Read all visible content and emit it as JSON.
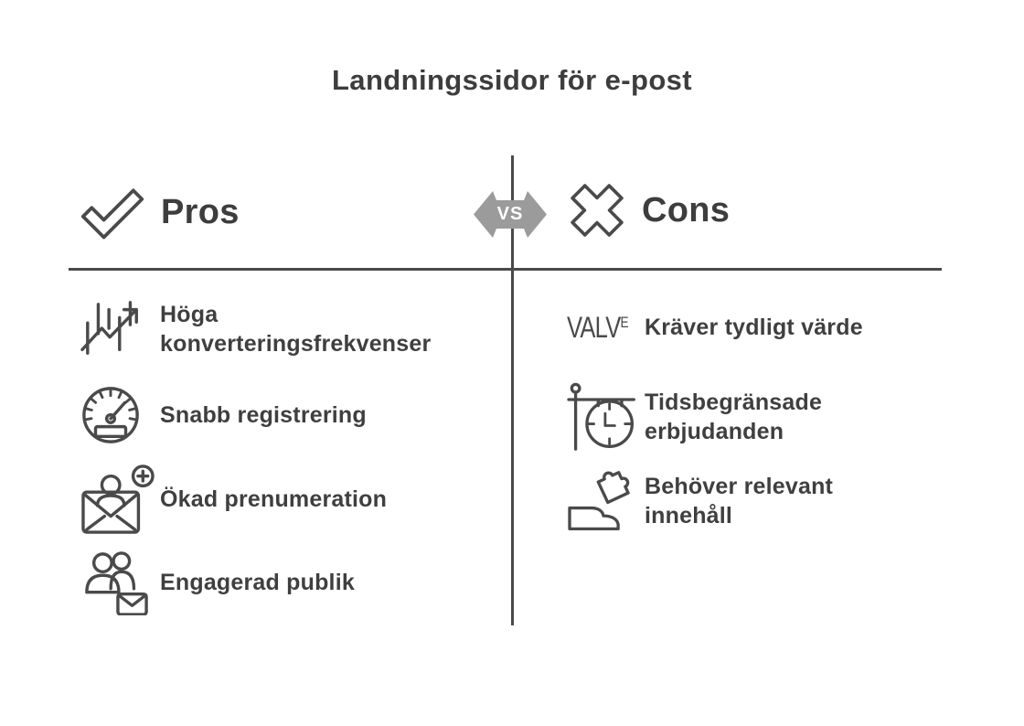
{
  "title": "Landningssidor för e-post",
  "vs": {
    "label": "VS",
    "badge_color": "#9b9b9b",
    "label_color": "#ffffff"
  },
  "colors": {
    "text": "#3f3f3f",
    "icon_stroke": "#4a4a4a",
    "divider": "#4a4a4a",
    "background": "#ffffff"
  },
  "pros": {
    "heading": "Pros",
    "heading_icon": "checkmark-icon",
    "items": [
      {
        "icon": "rising-chart-icon",
        "lines": [
          "Höga",
          "konverteringsfrekvenser"
        ]
      },
      {
        "icon": "speedometer-icon",
        "lines": [
          "Snabb registrering"
        ]
      },
      {
        "icon": "subscribe-envelope-icon",
        "lines": [
          "Ökad prenumeration"
        ]
      },
      {
        "icon": "audience-envelope-icon",
        "lines": [
          "Engagerad publik"
        ]
      }
    ]
  },
  "cons": {
    "heading": "Cons",
    "heading_icon": "cross-icon",
    "items": [
      {
        "icon": "valve-icon",
        "glyph": {
          "main": "VALV",
          "sup": "E"
        },
        "lines": [
          "Kräver tydligt värde"
        ]
      },
      {
        "icon": "hanging-clock-icon",
        "lines": [
          "Tidsbegränsade",
          "erbjudanden"
        ]
      },
      {
        "icon": "puzzle-hand-icon",
        "lines": [
          "Behöver relevant",
          "innehåll"
        ]
      }
    ]
  }
}
